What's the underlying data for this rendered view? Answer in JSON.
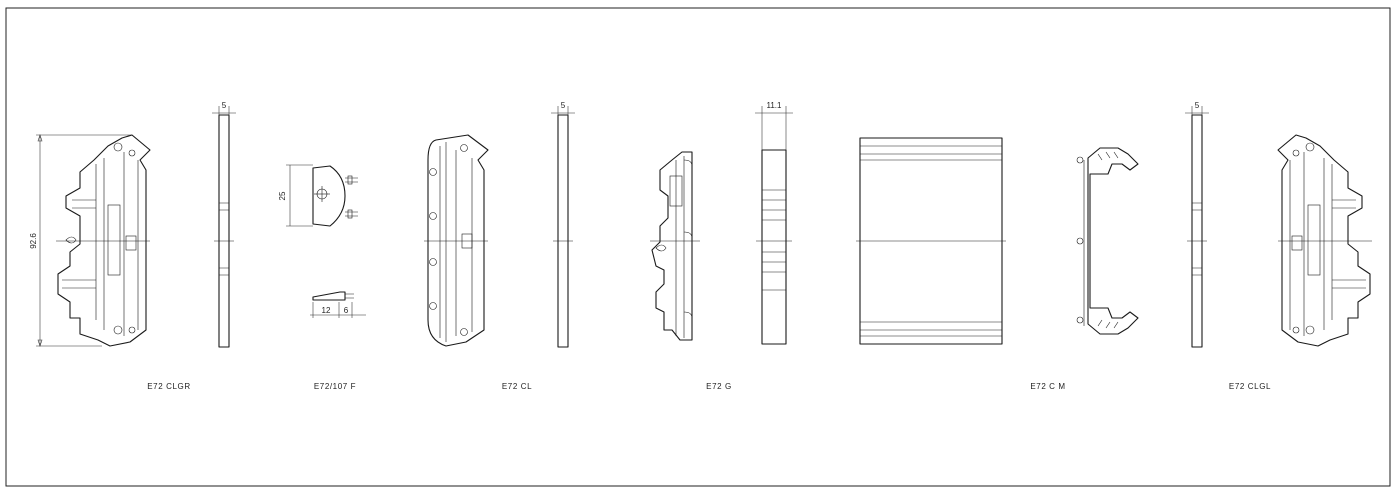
{
  "parts": [
    {
      "name": "E72 CLGR"
    },
    {
      "name": "E72/107  F"
    },
    {
      "name": "E72 CL"
    },
    {
      "name": "E72 G"
    },
    {
      "name": "E72 C M"
    },
    {
      "name": "E72 CLGL"
    }
  ],
  "dimensions": {
    "clgr_thickness": "5",
    "height": "92.6",
    "foot_height": "25",
    "foot_length": "12",
    "foot_tip": "6",
    "cl_thickness": "5",
    "g_thickness": "11.1",
    "clgl_thickness": "5"
  }
}
